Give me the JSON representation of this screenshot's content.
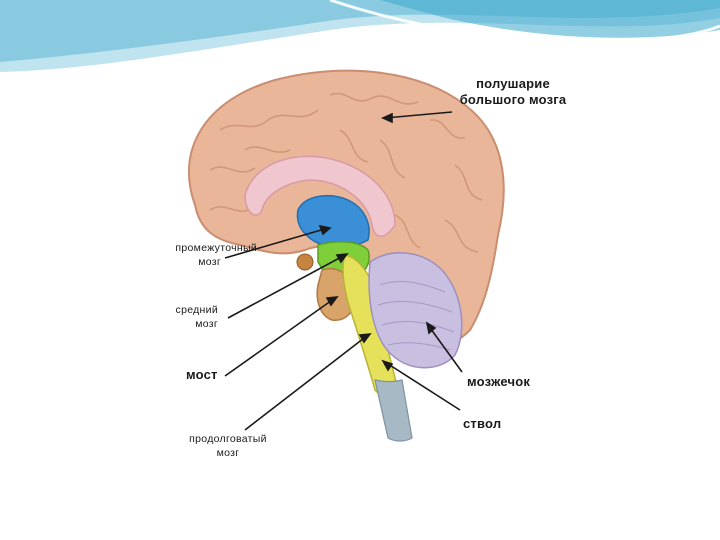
{
  "labels": {
    "hemisphere_line1": "полушарие",
    "hemisphere_line2": "большого мозга",
    "diencephalon_line1": "промежуточный",
    "diencephalon_line2": "мозг",
    "midbrain_line1": "средний",
    "midbrain_line2": "мозг",
    "pons": "мост",
    "cerebellum": "мозжечок",
    "medulla_line1": "продолговатый",
    "medulla_line2": "мозг",
    "stem": "ствол"
  },
  "colors": {
    "header_wave_light": "#bfe3ef",
    "header_wave_mid": "#7fc6dd",
    "header_wave_dark": "#3aa7cc",
    "cortex": "#eab699",
    "cortex_shade": "#c98d70",
    "corpus_callosum": "#f1c7cf",
    "diencephalon": "#3a8fd6",
    "midbrain": "#7fcf3a",
    "pons_medulla": "#e6e15a",
    "cerebellum": "#c9bfe0",
    "brainstem_base": "#a7b9c4",
    "pituitary": "#c5843f"
  }
}
